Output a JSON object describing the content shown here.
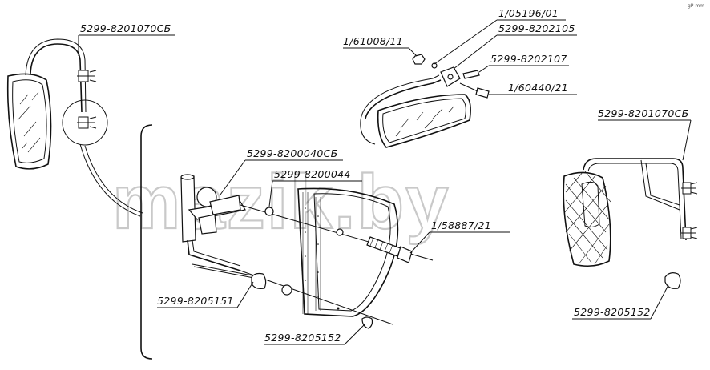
{
  "watermark": "mazik.by",
  "corner_mark": "gP mm",
  "labels": {
    "mirror_left": "5299-8201070СБ",
    "washer_top": "1/05196/01",
    "bracket_top": "5299-8202105",
    "nut_top": "1/61008/11",
    "bolt_top": "5299-8202107",
    "screw_top": "1/60440/21",
    "mirror_right": "5299-8201070СБ",
    "holder_asm": "5299-8200040СБ",
    "holder": "5299-8200044",
    "bolt_mid": "1/58887/21",
    "cap_left": "5299-8205151",
    "cap_bottom": "5299-8205152",
    "cap_right": "5299-8205152"
  }
}
